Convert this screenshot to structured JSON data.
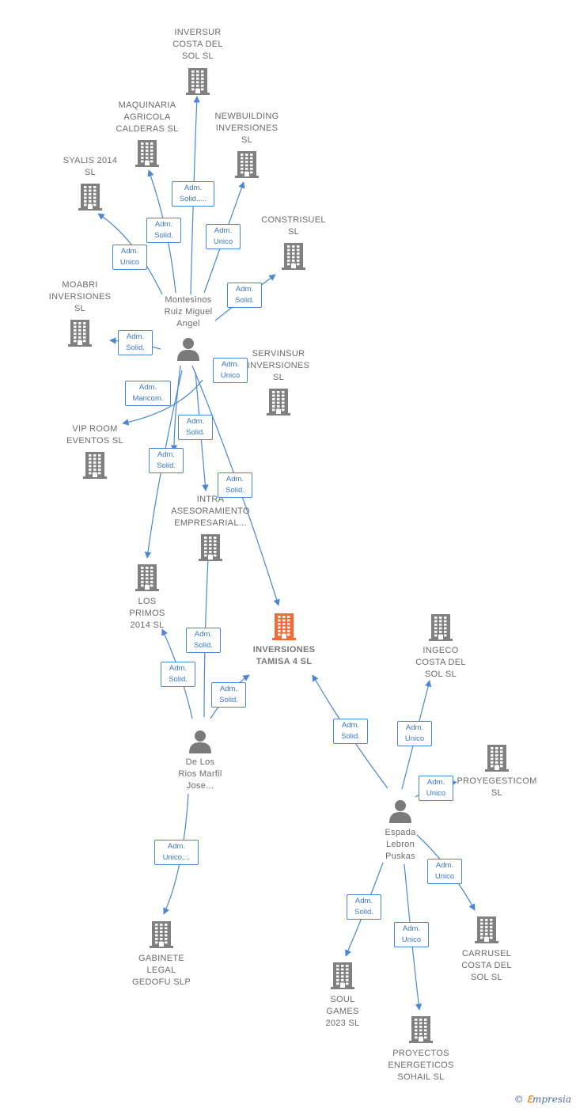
{
  "colors": {
    "company": "#808080",
    "focus": "#f26a36",
    "person": "#7a7a7a",
    "edge": "#4a86d4"
  },
  "companies": [
    {
      "id": "inversur",
      "label": "INVERSUR\nCOSTA DEL\nSOL  SL"
    },
    {
      "id": "maquinaria",
      "label": "MAQUINARIA\nAGRICOLA\nCALDERAS SL"
    },
    {
      "id": "newbuilding",
      "label": "NEWBUILDING\nINVERSIONES\nSL"
    },
    {
      "id": "syalis",
      "label": "SYALIS 2014\nSL"
    },
    {
      "id": "construisuel",
      "label": "CONSTRISUEL\nSL"
    },
    {
      "id": "moabri",
      "label": "MOABRI\nINVERSIONES\nSL"
    },
    {
      "id": "servinsur",
      "label": "SERVINSUR\nINVERSIONES\nSL"
    },
    {
      "id": "viproom",
      "label": "VIP ROOM\nEVENTOS SL"
    },
    {
      "id": "intra",
      "label": "INTRA\nASESORAMIENTO\nEMPRESARIAL..."
    },
    {
      "id": "losprimos",
      "label": "LOS\nPRIMOS\n2014  SL"
    },
    {
      "id": "tamisa",
      "label": "INVERSIONES\nTAMISA 4  SL",
      "focus": true
    },
    {
      "id": "ingeco",
      "label": "INGECO\nCOSTA DEL\nSOL  SL"
    },
    {
      "id": "proyegesticom",
      "label": "PROYEGESTICOM\nSL"
    },
    {
      "id": "gabinete",
      "label": "GABINETE\nLEGAL\nGEDOFU  SLP"
    },
    {
      "id": "carrusel",
      "label": "CARRUSEL\nCOSTA DEL\nSOL  SL"
    },
    {
      "id": "soulgames",
      "label": "SOUL\nGAMES\n2023  SL"
    },
    {
      "id": "proyectos",
      "label": "PROYECTOS\nENERGETICOS\nSOHAIL SL"
    }
  ],
  "persons": [
    {
      "id": "montesinos",
      "label": "Montesinos\nRuiz Miguel\nAngel"
    },
    {
      "id": "delosrios",
      "label": "De Los\nRios Marfil\nJose..."
    },
    {
      "id": "espada",
      "label": "Espada\nLebron\nPuskas"
    }
  ],
  "relations": [
    {
      "id": "r-inversur",
      "label": "Adm.\nSolid.,..."
    },
    {
      "id": "r-maquinaria",
      "label": "Adm.\nSolid."
    },
    {
      "id": "r-newbuilding",
      "label": "Adm.\nUnico"
    },
    {
      "id": "r-syalis",
      "label": "Adm.\nUnico"
    },
    {
      "id": "r-construisuel",
      "label": "Adm.\nSolid."
    },
    {
      "id": "r-moabri",
      "label": "Adm.\nSolid."
    },
    {
      "id": "r-servinsur",
      "label": "Adm.\nUnico"
    },
    {
      "id": "r-viproom",
      "label": "Adm.\nMancom."
    },
    {
      "id": "r-intra",
      "label": "Adm.\nSolid."
    },
    {
      "id": "r-losprimos-m",
      "label": "Adm.\nSolid."
    },
    {
      "id": "r-tamisa-m",
      "label": "Adm.\nSolid."
    },
    {
      "id": "r-intra-d",
      "label": "Adm.\nSolid."
    },
    {
      "id": "r-losprimos-d",
      "label": "Adm.\nSolid."
    },
    {
      "id": "r-tamisa-d",
      "label": "Adm.\nSolid."
    },
    {
      "id": "r-gabinete",
      "label": "Adm.\nUnico,..."
    },
    {
      "id": "r-tamisa-e",
      "label": "Adm.\nSolid."
    },
    {
      "id": "r-ingeco",
      "label": "Adm.\nUnico"
    },
    {
      "id": "r-proyegesticom",
      "label": "Adm.\nUnico"
    },
    {
      "id": "r-carrusel",
      "label": "Adm.\nUnico"
    },
    {
      "id": "r-soulgames",
      "label": "Adm.\nSolid."
    },
    {
      "id": "r-proyectos",
      "label": "Adm.\nUnico"
    }
  ],
  "brand": {
    "copyright": "©",
    "e": "ℇ",
    "name": "mpresia"
  }
}
